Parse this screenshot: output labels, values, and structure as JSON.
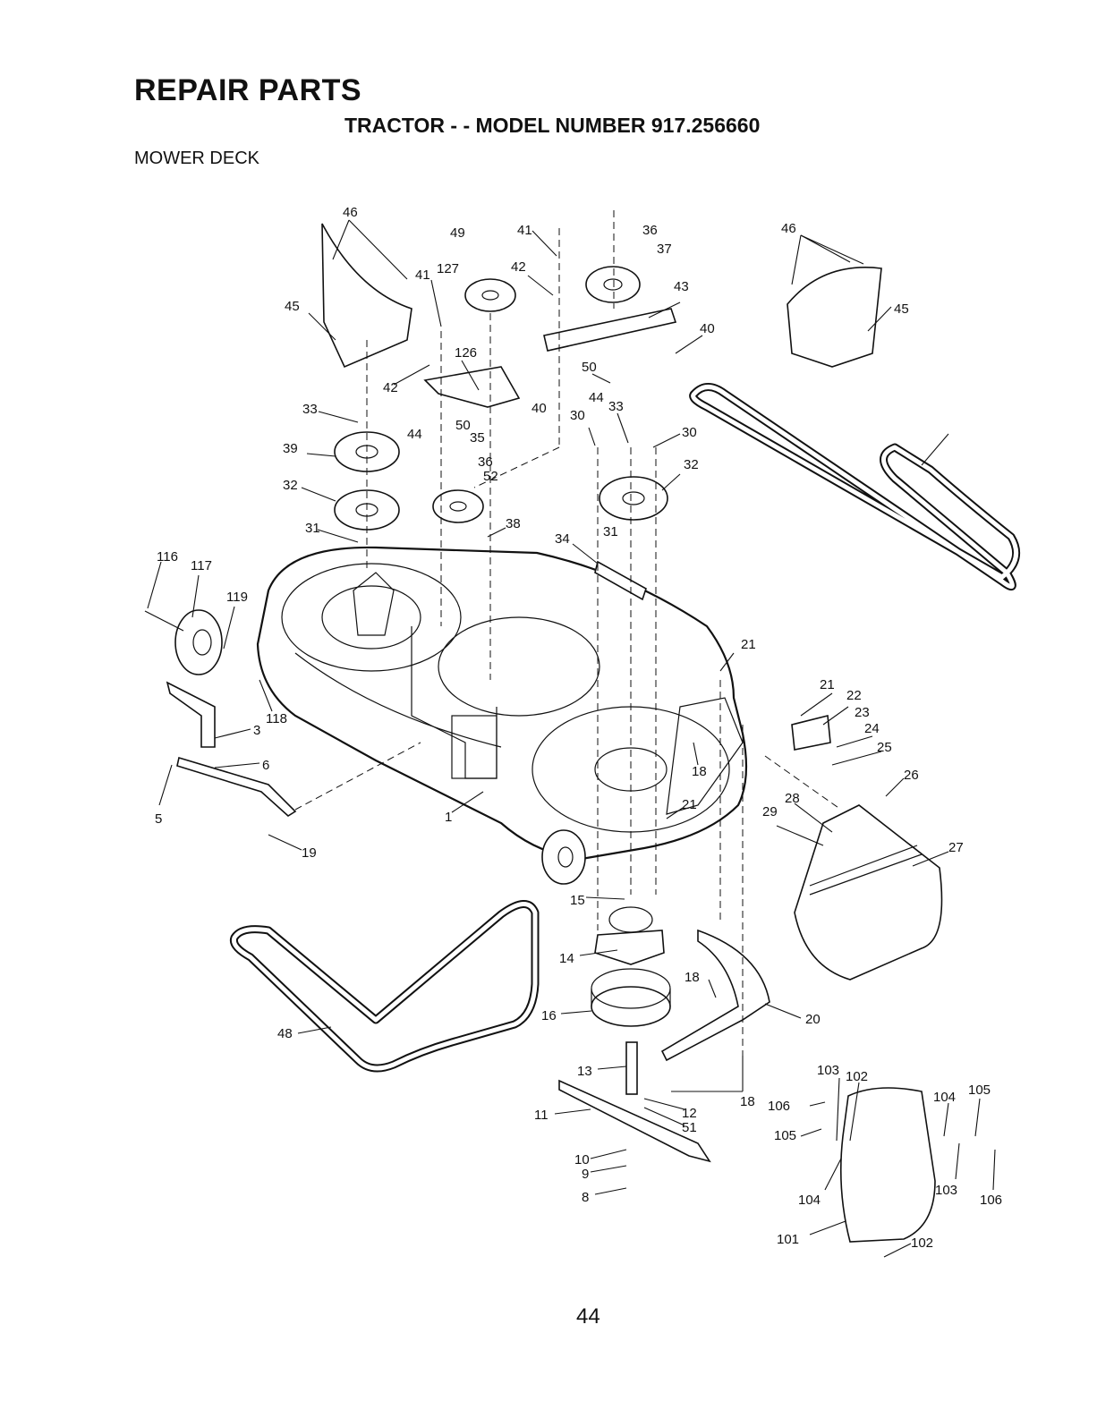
{
  "header": {
    "title": "REPAIR PARTS",
    "subtitle": "TRACTOR - - MODEL NUMBER 917.256660",
    "section": "MOWER DECK"
  },
  "page_number": "44",
  "callouts": [
    "46",
    "49",
    "41",
    "36",
    "37",
    "43",
    "40",
    "46",
    "45",
    "45",
    "127",
    "42",
    "126",
    "41",
    "42",
    "50",
    "44",
    "33",
    "50",
    "44",
    "40",
    "33",
    "30",
    "30",
    "39",
    "35",
    "36",
    "52",
    "32",
    "32",
    "31",
    "38",
    "34",
    "31",
    "116",
    "117",
    "119",
    "21",
    "21",
    "22",
    "23",
    "24",
    "25",
    "118",
    "3",
    "6",
    "26",
    "5",
    "1",
    "18",
    "21",
    "28",
    "29",
    "27",
    "19",
    "15",
    "14",
    "18",
    "20",
    "16",
    "48",
    "13",
    "103",
    "102",
    "104",
    "105",
    "11",
    "12",
    "51",
    "18",
    "106",
    "105",
    "10",
    "9",
    "104",
    "103",
    "106",
    "8",
    "101",
    "102"
  ]
}
